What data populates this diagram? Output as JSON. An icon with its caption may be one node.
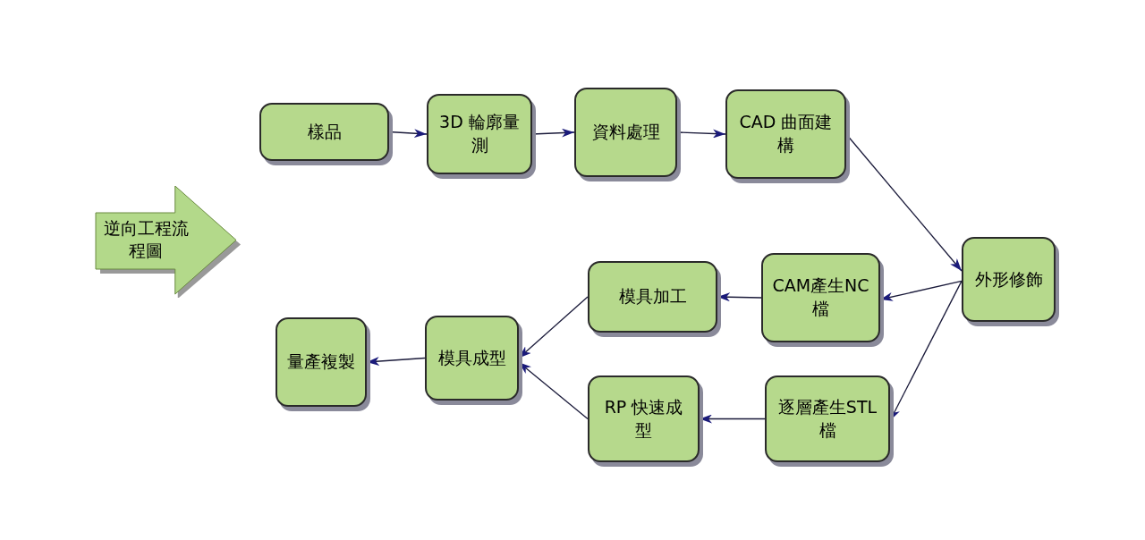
{
  "diagram": {
    "nodes": [
      {
        "text": [
          "逆向工程流程圖"
        ]
      },
      {
        "text": [
          "樣品"
        ]
      },
      {
        "text": [
          "3D 輪廓量測"
        ]
      },
      {
        "text": [
          "資料處理"
        ]
      },
      {
        "text": [
          "CAD 曲面建構"
        ]
      },
      {
        "text": [
          "外形修飾"
        ]
      },
      {
        "text": [
          "CAM產生NC檔"
        ]
      },
      {
        "text": [
          "模具加工"
        ]
      },
      {
        "text": [
          "逐層產生STL檔"
        ]
      },
      {
        "text": [
          "RP 快速成型"
        ]
      },
      {
        "text": [
          "模具成型"
        ]
      },
      {
        "text": [
          "量產複製"
        ]
      }
    ],
    "edges": [
      {
        "from": 1,
        "to": 2,
        "arrow": "to"
      },
      {
        "from": 2,
        "to": 3,
        "arrow": "to"
      },
      {
        "from": 3,
        "to": 4,
        "arrow": "to"
      },
      {
        "from": 4,
        "to": 5,
        "arrow": "to"
      },
      {
        "from": 5,
        "to": 6,
        "arrow": "to"
      },
      {
        "from": 5,
        "to": 8,
        "arrow": "to"
      },
      {
        "from": 6,
        "to": 7,
        "arrow": "to"
      },
      {
        "from": 8,
        "to": 9,
        "arrow": "to"
      },
      {
        "from": 7,
        "to": 10,
        "arrow": "to"
      },
      {
        "from": 9,
        "to": 10,
        "arrow": "to"
      },
      {
        "from": 10,
        "to": 11,
        "arrow": "to"
      }
    ]
  }
}
